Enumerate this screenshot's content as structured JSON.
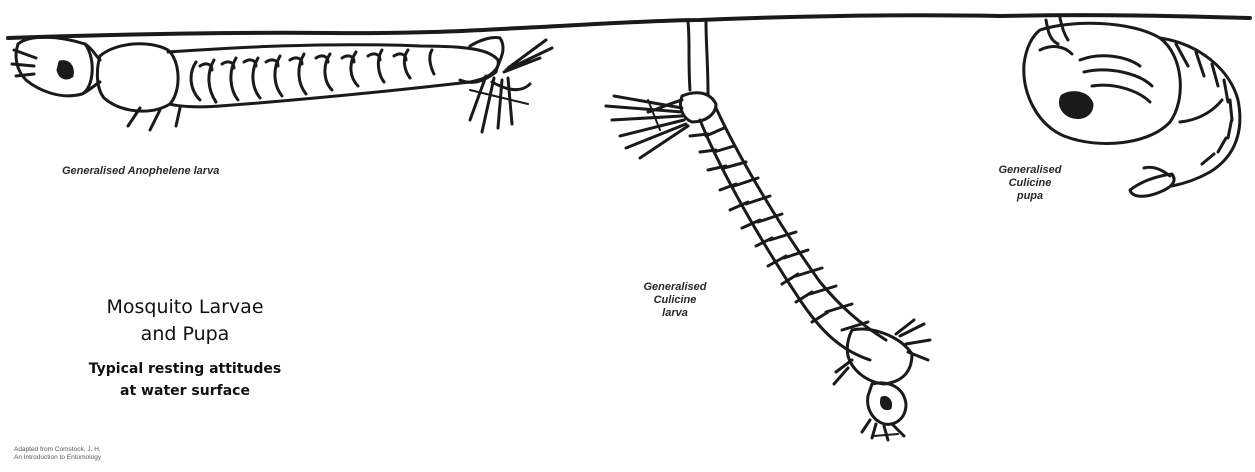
{
  "labels": {
    "anopheline_larva": "Generalised Anophelene larva",
    "culicine_pupa": [
      "Generalised",
      "Culicine",
      "pupa"
    ],
    "culicine_larva": [
      "Generalised",
      "Culicine",
      "larva"
    ]
  },
  "title": {
    "lines": [
      "Mosquito Larvae",
      "and Pupa"
    ],
    "subtitle_lines": [
      "Typical resting attitudes",
      "at water surface"
    ]
  },
  "credit": [
    "Adapted from Comstock, J. H.",
    "An Introduction to Entomology"
  ],
  "colors": {
    "ink": "#1a1a1a",
    "background": "#ffffff"
  }
}
